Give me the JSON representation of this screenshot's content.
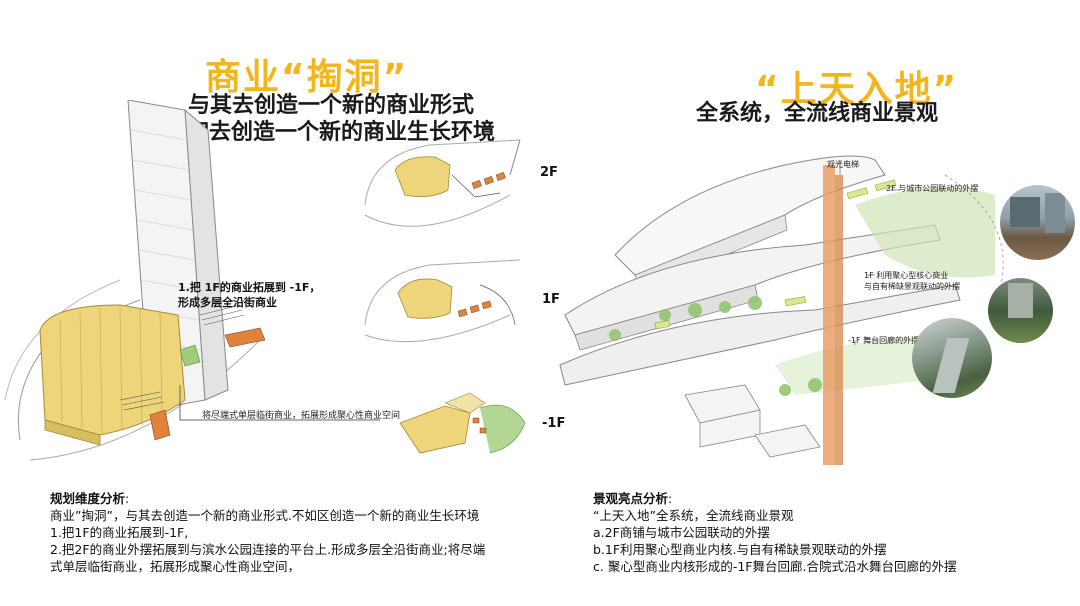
{
  "left": {
    "title": "商业“掏洞”",
    "subtitle1": "与其去创造一个新的商业形式",
    "subtitle2": "不如去创造一个新的商业生长环境",
    "callout1": "1.把 1F的商业拓展到 -1F，",
    "callout2": "形成多层全沿街商业",
    "arrow_label": "将尽端式单层临街商业，拓展形成聚心性商业空间",
    "floors": [
      "2F",
      "1F",
      "-1F"
    ]
  },
  "right": {
    "title": "“上天入地”",
    "subtitle": "全系统，全流线商业景观",
    "label_elevator": "观光电梯",
    "label_2f": "2F 与城市公园联动的外摆",
    "label_1f_a": "1F 利用聚心型核心商业",
    "label_1f_b": "与自有稀缺景观联动的外摆",
    "label_m1f": "-1F 舞台回廊的外摆"
  },
  "bottom_left": {
    "heading": "规划维度分析",
    "colon": ":",
    "lines": [
      "商业”掏洞”，与其去创造一个新的商业形式.不如区创造一个新的商业生长环境",
      "1.把1F的商业拓展到-1F,",
      "2.把2F的商业外摆拓展到与滨水公园连接的平台上.形成多层全沿街商业;将尽端",
      "式单层临街商业，拓展形成聚心性商业空间，"
    ]
  },
  "bottom_right": {
    "heading": "景观亮点分析",
    "colon": ":",
    "lines": [
      "“上天入地”全系统，全流线商业景观",
      "a.2F商铺与城市公园联动的外摆",
      "b.1F利用聚心型商业内核.与自有稀缺景观联动的外摆",
      "c. 聚心型商业内核形成的-1F舞台回廊.合院式沿水舞台回廊的外摆"
    ]
  },
  "colors": {
    "accent_yellow": "#f2b51c",
    "building_yellow": "#efd57a",
    "shop_orange": "#e0823a",
    "green": "#9fce7a"
  }
}
